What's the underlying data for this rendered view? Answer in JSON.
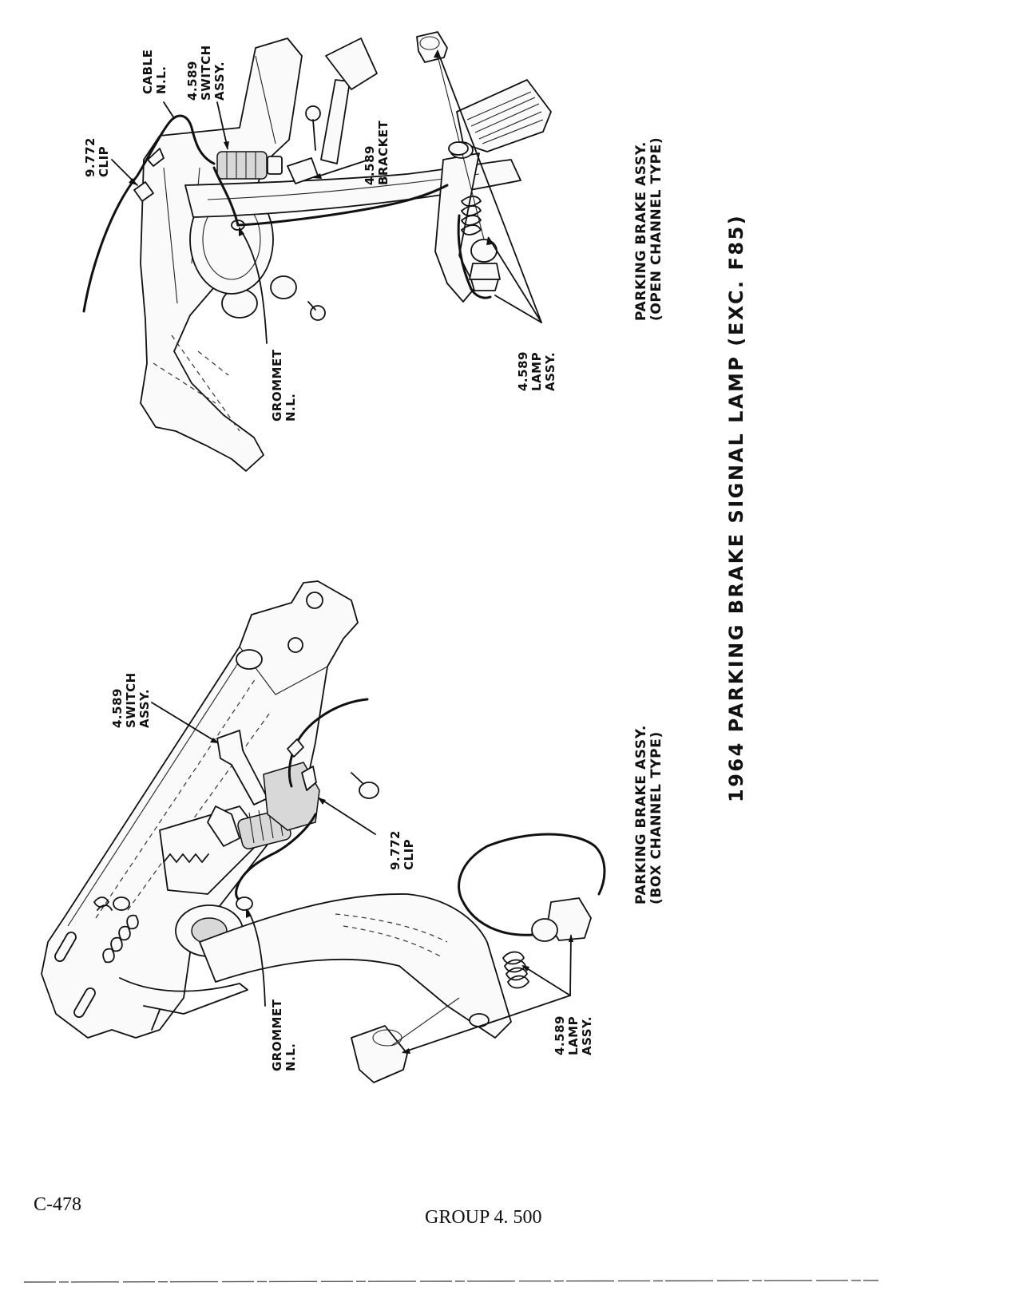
{
  "title": "1964 PARKING BRAKE SIGNAL LAMP (EXC. F85)",
  "top_figure": {
    "caption": [
      "PARKING BRAKE ASSY.",
      "(OPEN CHANNEL TYPE)"
    ],
    "labels": {
      "clip": [
        "9.772",
        "CLIP"
      ],
      "cable": [
        "CABLE",
        "N.L."
      ],
      "switch": [
        "4.589",
        "SWITCH",
        "ASSY."
      ],
      "bracket": [
        "4.589",
        "BRACKET"
      ],
      "grommet": [
        "GROMMET",
        "N.L."
      ],
      "lamp": [
        "4.589",
        "LAMP",
        "ASSY."
      ]
    }
  },
  "bottom_figure": {
    "caption": [
      "PARKING BRAKE ASSY.",
      "(BOX CHANNEL TYPE)"
    ],
    "labels": {
      "switch": [
        "4.589",
        "SWITCH",
        "ASSY."
      ],
      "clip": [
        "9.772",
        "CLIP"
      ],
      "grommet": [
        "GROMMET",
        "N.L."
      ],
      "lamp": [
        "4.589",
        "LAMP",
        "ASSY."
      ]
    }
  },
  "footer": {
    "page_number": "C-478",
    "group": "GROUP 4. 500"
  }
}
